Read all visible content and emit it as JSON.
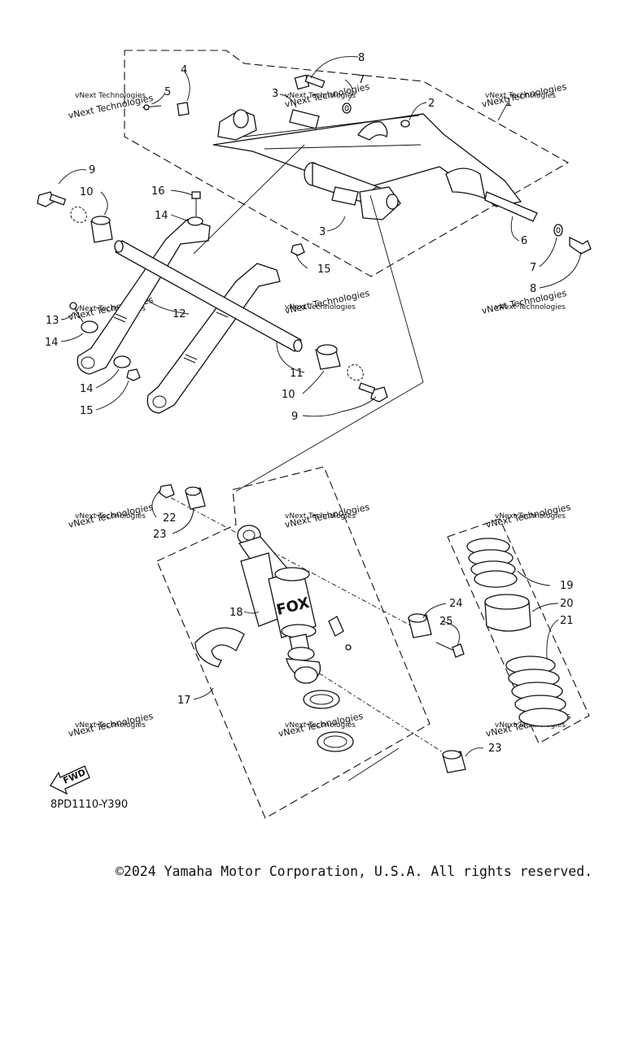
{
  "diagram": {
    "code": "8PD1110-Y390",
    "fwd_label": "FWD",
    "watermark": "vNext Technologies",
    "callouts": [
      "1",
      "2",
      "3",
      "3",
      "4",
      "5",
      "6",
      "7",
      "7",
      "8",
      "8",
      "9",
      "9",
      "10",
      "10",
      "11",
      "12",
      "13",
      "14",
      "14",
      "14",
      "15",
      "15",
      "16",
      "17",
      "18",
      "19",
      "20",
      "21",
      "22",
      "23",
      "23",
      "24",
      "25"
    ]
  },
  "copyright": "©2024 Yamaha Motor Corporation, U.S.A. All rights reserved."
}
